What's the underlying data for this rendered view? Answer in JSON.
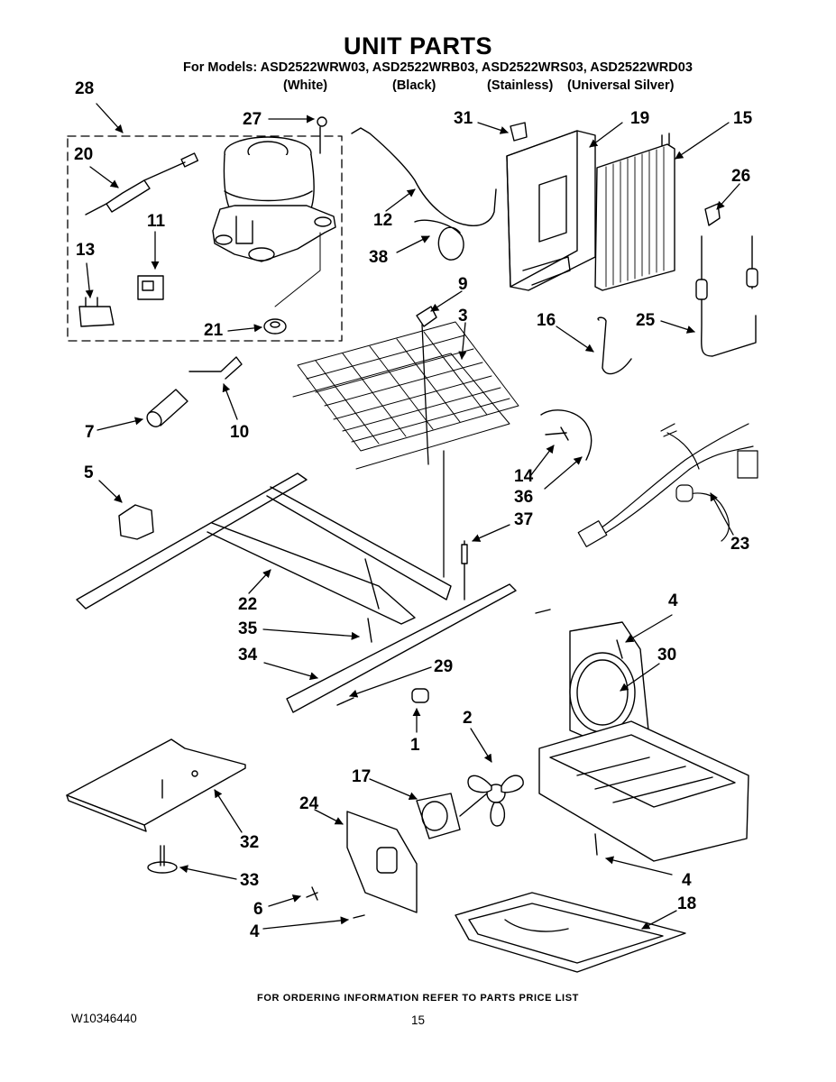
{
  "header": {
    "title": "UNIT PARTS",
    "models_line": "For Models: ASD2522WRW03, ASD2522WRB03, ASD2522WRS03, ASD2522WRD03",
    "variants": [
      "(White)",
      "(Black)",
      "(Stainless)",
      "(Universal Silver)"
    ]
  },
  "callouts": [
    "28",
    "27",
    "31",
    "19",
    "15",
    "20",
    "11",
    "12",
    "26",
    "13",
    "38",
    "9",
    "3",
    "16",
    "25",
    "21",
    "10",
    "7",
    "14",
    "36",
    "5",
    "37",
    "23",
    "22",
    "35",
    "4",
    "30",
    "34",
    "29",
    "2",
    "1",
    "17",
    "24",
    "32",
    "33",
    "6",
    "4",
    "18",
    "4"
  ],
  "footer": {
    "ordering_note": "FOR ORDERING INFORMATION REFER TO PARTS PRICE LIST",
    "document_number": "W10346440",
    "page_number": "15"
  }
}
